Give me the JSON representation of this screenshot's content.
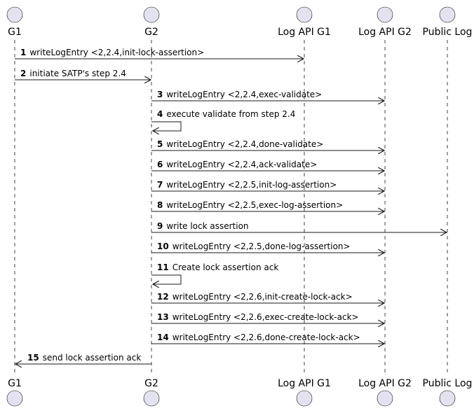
{
  "diagram": {
    "colors": {
      "participant_fill": "#e2e2f0",
      "participant_stroke": "#181818",
      "lifeline": "#181818",
      "arrow": "#181818",
      "text": "#000000",
      "background": "#ffffff"
    },
    "participants": [
      {
        "id": "g1",
        "label": "G1"
      },
      {
        "id": "g2",
        "label": "G2"
      },
      {
        "id": "logapi1",
        "label": "Log API G1"
      },
      {
        "id": "logapi2",
        "label": "Log API G2"
      },
      {
        "id": "publog",
        "label": "Public Log"
      }
    ],
    "messages": [
      {
        "num": "1",
        "text": "writeLogEntry <2,2.4,init-lock-assertion>",
        "from": "g1",
        "to": "logapi1"
      },
      {
        "num": "2",
        "text": "initiate SATP's step 2.4",
        "from": "g1",
        "to": "g2"
      },
      {
        "num": "3",
        "text": "writeLogEntry <2,2.4,exec-validate>",
        "from": "g2",
        "to": "logapi2"
      },
      {
        "num": "4",
        "text": "execute validate from step 2.4",
        "from": "g2",
        "to": "g2"
      },
      {
        "num": "5",
        "text": "writeLogEntry <2,2.4,done-validate>",
        "from": "g2",
        "to": "logapi2"
      },
      {
        "num": "6",
        "text": "writeLogEntry <2,2.4,ack-validate>",
        "from": "g2",
        "to": "logapi2"
      },
      {
        "num": "7",
        "text": "writeLogEntry <2,2.5,init-log-assertion>",
        "from": "g2",
        "to": "logapi2"
      },
      {
        "num": "8",
        "text": "writeLogEntry <2,2.5,exec-log-assertion>",
        "from": "g2",
        "to": "logapi2"
      },
      {
        "num": "9",
        "text": "write lock assertion",
        "from": "g2",
        "to": "publog"
      },
      {
        "num": "10",
        "text": "writeLogEntry <2,2.5,done-log-assertion>",
        "from": "g2",
        "to": "logapi2"
      },
      {
        "num": "11",
        "text": "Create lock assertion ack",
        "from": "g2",
        "to": "g2"
      },
      {
        "num": "12",
        "text": "writeLogEntry <2,2.6,init-create-lock-ack>",
        "from": "g2",
        "to": "logapi2"
      },
      {
        "num": "13",
        "text": "writeLogEntry <2,2.6,exec-create-lock-ack>",
        "from": "g2",
        "to": "logapi2"
      },
      {
        "num": "14",
        "text": "writeLogEntry <2,2.6,done-create-lock-ack>",
        "from": "g2",
        "to": "logapi2"
      },
      {
        "num": "15",
        "text": "send lock assertion ack",
        "from": "g2",
        "to": "g1"
      }
    ]
  }
}
